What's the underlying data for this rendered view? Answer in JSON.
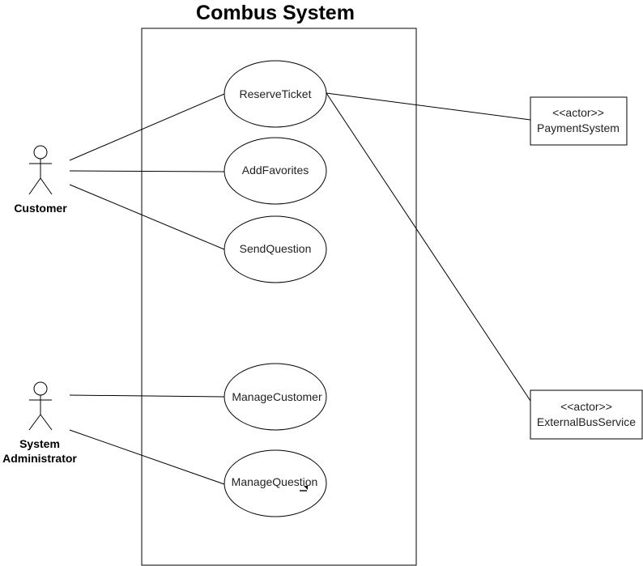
{
  "diagram": {
    "title": "Combus System",
    "actors": {
      "customer": "Customer",
      "admin_line1": "System",
      "admin_line2": "Administrator"
    },
    "use_cases": {
      "reserve_ticket": "ReserveTicket",
      "add_favorites": "AddFavorites",
      "send_question": "SendQuestion",
      "manage_customer": "ManageCustomer",
      "manage_question": "ManageQuestion"
    },
    "external_actors": {
      "payment_stereotype": "<<actor>>",
      "payment_name": "PaymentSystem",
      "bus_stereotype": "<<actor>>",
      "bus_name": "ExternalBusService"
    }
  }
}
